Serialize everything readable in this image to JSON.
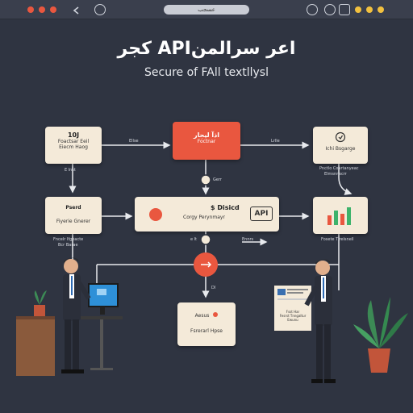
{
  "title": "كجر APIاعر سرالمن",
  "subtitle": "Secure of FAll textllysl",
  "address_bar": "عسجب",
  "nodes": {
    "left_top": {
      "line1": "10J",
      "line2": "Foactsar Eeil",
      "line3": "Eiecm Haog"
    },
    "center_top": {
      "line1": "اذآ ليجار",
      "line2": "Foctnar"
    },
    "right_top": {
      "line1": "Ichi Bsgarge"
    },
    "left_mid": {
      "line1": "Pserd",
      "line2": "Fiyerie Gnerer"
    },
    "center_mid": {
      "line1": "$ Disicd",
      "line2": "Corgy Perynmayr",
      "api": "API"
    },
    "bottom": {
      "line1": "Aesus",
      "line2": "Fsrerarl Hpse"
    },
    "screen": {
      "line1": "Fsst Har",
      "line2": "Fesrst Tnngaltur",
      "line3": "Ewunu"
    }
  },
  "edge_labels": {
    "top_left_arrow": "Ellse",
    "top_right_arrow": "Lrlle",
    "left_down": "E lnst",
    "center_down_top": "Gerr",
    "right_top_under": "Pnctlo Coartanyeac",
    "right_top_under2": "Elmsnnscrr",
    "left_mid_under": "Fncelr Ifgeacte",
    "left_mid_under2": "Bcr Barae",
    "center_mid_under": "Ennrs",
    "center_mid_under_left": "e lt",
    "right_mid_under": "Fosete Tlrelsnell",
    "center_down_bottom": "Dl"
  },
  "colors": {
    "background": "#2f3441",
    "card": "#f4ead9",
    "accent": "#e9573f",
    "wire": "#e8eaee"
  }
}
